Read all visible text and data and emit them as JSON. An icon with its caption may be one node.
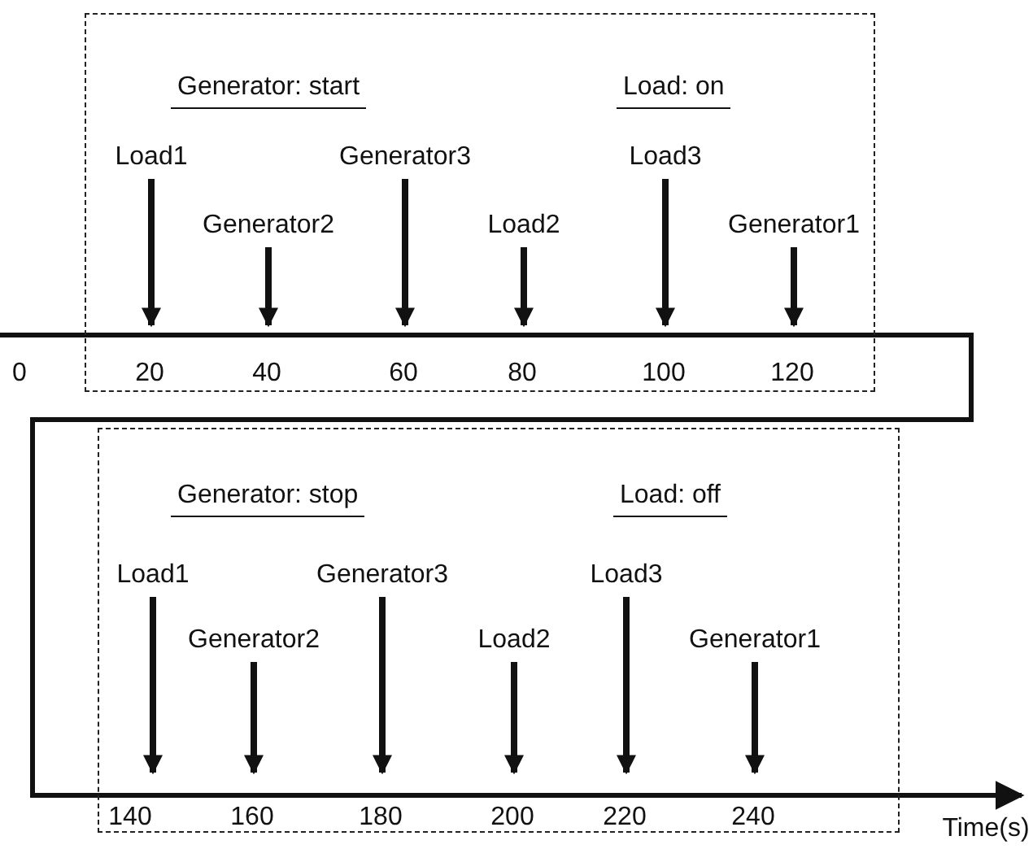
{
  "diagram": {
    "nodes": [
      {
        "text": [
          "Generator: start",
          "Load: on"
        ]
      },
      {
        "text": [
          "Load1"
        ],
        "in": 0
      },
      {
        "text": [
          "Generator2"
        ],
        "in": 0
      },
      {
        "text": [
          "Generator3"
        ],
        "in": 0
      },
      {
        "text": [
          "Load2"
        ],
        "in": 0
      },
      {
        "text": [
          "Load3"
        ],
        "in": 0
      },
      {
        "text": [
          "Generator1"
        ],
        "in": 0
      },
      {
        "text": [
          "Generator: stop",
          "Load: off"
        ]
      },
      {
        "text": [
          "Load1"
        ],
        "in": 7
      },
      {
        "text": [
          "Generator2"
        ],
        "in": 7
      },
      {
        "text": [
          "Generator3"
        ],
        "in": 7
      },
      {
        "text": [
          "Load2"
        ],
        "in": 7
      },
      {
        "text": [
          "Load3"
        ],
        "in": 7
      },
      {
        "text": [
          "Generator1"
        ],
        "in": 7
      }
    ],
    "edges": [
      {
        "from": 1,
        "to": null,
        "arrow": "to"
      },
      {
        "from": 2,
        "to": null,
        "arrow": "to"
      },
      {
        "from": 3,
        "to": null,
        "arrow": "to"
      },
      {
        "from": 4,
        "to": null,
        "arrow": "to"
      },
      {
        "from": 5,
        "to": null,
        "arrow": "to"
      },
      {
        "from": 6,
        "to": null,
        "arrow": "to"
      },
      {
        "from": 8,
        "to": null,
        "arrow": "to"
      },
      {
        "from": 9,
        "to": null,
        "arrow": "to"
      },
      {
        "from": 10,
        "to": null,
        "arrow": "to"
      },
      {
        "from": 11,
        "to": null,
        "arrow": "to"
      },
      {
        "from": 12,
        "to": null,
        "arrow": "to"
      },
      {
        "from": 13,
        "to": null,
        "arrow": "to"
      }
    ],
    "labels": [
      "0",
      "20",
      "40",
      "60",
      "80",
      "100",
      "120",
      "140",
      "160",
      "180",
      "200",
      "220",
      "240",
      "Time(s)"
    ]
  }
}
